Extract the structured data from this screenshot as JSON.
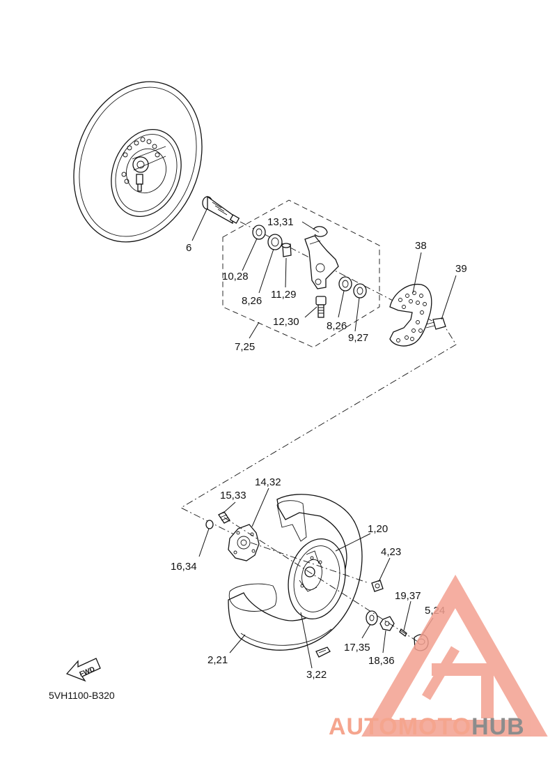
{
  "diagram_code": "5VH1100-B320",
  "fwd_badge": "FWD",
  "watermark": {
    "text_a": "AUTOMOTO",
    "text_b": "HUB",
    "color_a": "#f5a58e",
    "color_b": "#8c8c8c",
    "triangle_color": "#f3a090"
  },
  "labels": {
    "p6": "6",
    "p10_28": "10,28",
    "p13_31": "13,31",
    "p38": "38",
    "p39": "39",
    "p8_26_a": "8,26",
    "p11_29": "11,29",
    "p12_30": "12,30",
    "p8_26_b": "8,26",
    "p9_27": "9,27",
    "p7_25": "7,25",
    "p14_32": "14,32",
    "p15_33": "15,33",
    "p1_20": "1,20",
    "p16_34": "16,34",
    "p4_23": "4,23",
    "p19_37": "19,37",
    "p5_24": "5,24",
    "p17_35": "17,35",
    "p18_36": "18,36",
    "p2_21": "2,21",
    "p3_22": "3,22"
  }
}
